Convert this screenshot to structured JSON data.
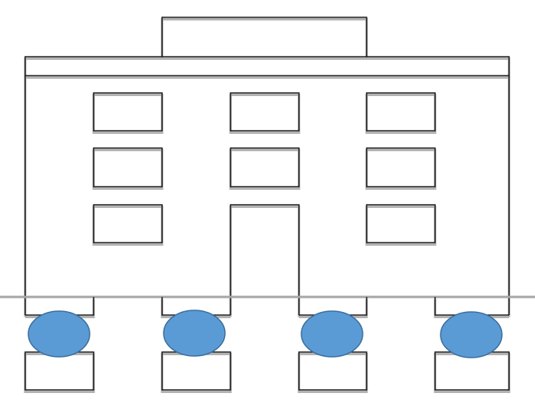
{
  "diagram": {
    "colors": {
      "background": "#ffffff",
      "stroke": "#1a1a1a",
      "shadow": "#b3b3b3",
      "ground_line": "#a6a6a6",
      "ellipse_fill": "#5b9bd5",
      "ellipse_stroke": "#3a6f9e"
    },
    "building": {
      "window_rows": 3,
      "window_columns": 3,
      "door_column": 2,
      "door_row": 3
    },
    "isolators": {
      "count": 4
    }
  }
}
